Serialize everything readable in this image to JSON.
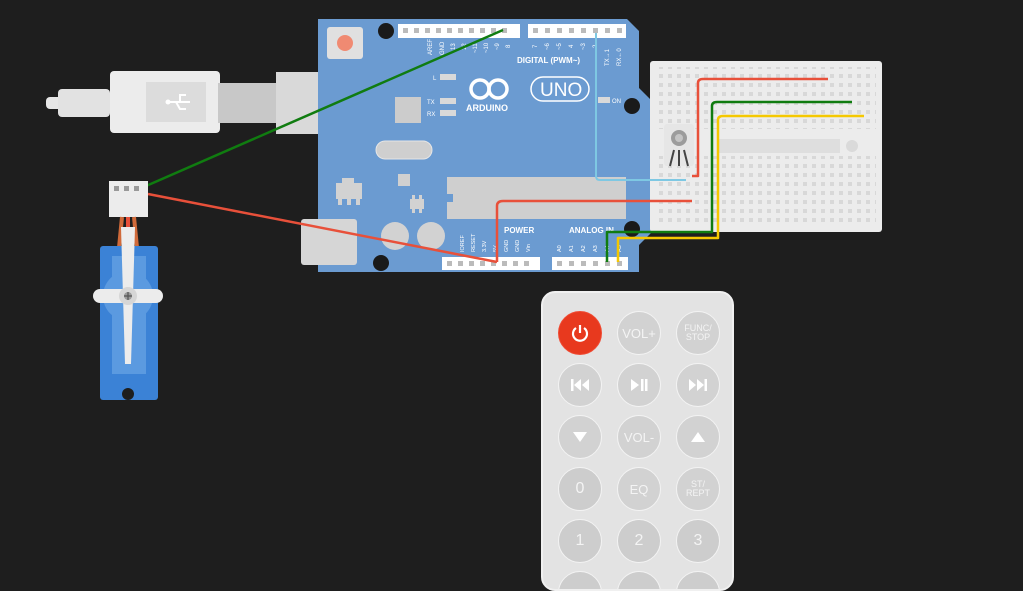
{
  "arduino": {
    "logo_text": "ARDUINO",
    "model": "UNO",
    "digital_label": "DIGITAL (PWM~)",
    "power_label": "POWER",
    "analog_label": "ANALOG IN",
    "on_label": "ON",
    "led_l": "L",
    "led_tx": "TX",
    "led_rx": "RX",
    "tx_pin": "TX→1",
    "rx_pin": "RX←0",
    "aref": "AREF",
    "gnd_top": "GND",
    "pin13": "13",
    "pin12": "12",
    "pin11": "~11",
    "pin10": "~10",
    "pin9": "~9",
    "pin8": "8",
    "pin7": "7",
    "pin6": "~6",
    "pin5": "~5",
    "pin4": "4",
    "pin3": "~3",
    "pin2": "2",
    "ioref": "IOREF",
    "reset_pin": "RESET",
    "v33": "3.3V",
    "v5": "5V",
    "gnd1": "GND",
    "gnd2": "GND",
    "vin": "Vin",
    "a0": "A0",
    "a1": "A1",
    "a2": "A2",
    "a3": "A3",
    "a4": "A4",
    "a5": "A5"
  },
  "remote": {
    "power_icon": "power-icon",
    "vol_up": "VOL+",
    "func_stop": [
      "FUNC/",
      "STOP"
    ],
    "prev_icon": "skip-back-icon",
    "play_pause_icon": "play-pause-icon",
    "next_icon": "skip-forward-icon",
    "down_icon": "triangle-down-icon",
    "vol_down": "VOL-",
    "up_icon": "triangle-up-icon",
    "zero": "0",
    "eq": "EQ",
    "st_rept": [
      "ST/",
      "REPT"
    ],
    "one": "1",
    "two": "2",
    "three": "3"
  },
  "usb_icon": "usb-icon",
  "colors": {
    "board": "#6b9bd1",
    "wire_red": "#e8503a",
    "wire_green": "#107c10",
    "wire_yellow": "#f5c800",
    "wire_cyan": "#7ec8e3",
    "remote_power": "#e8391e",
    "servo": "#3b82d6"
  }
}
